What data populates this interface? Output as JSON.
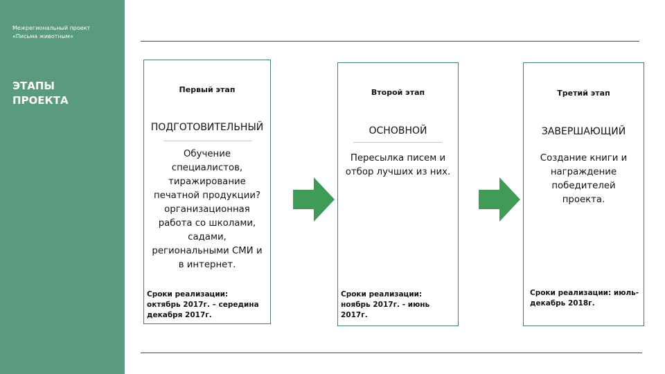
{
  "sidebar": {
    "project_lines": [
      "Межрегиональный проект",
      "«Письма животным»"
    ],
    "title_lines": [
      "ЭТАПЫ",
      "ПРОЕКТА"
    ],
    "background_color": "#5a9a7e"
  },
  "stages": [
    {
      "label": "Первый этап",
      "name": "ПОДГОТОВИТЕЛЬНЫЙ",
      "description_lines": [
        "Обучение",
        "специалистов,",
        "тиражирование",
        "печатной продукции?",
        "организационная",
        "работа со школами,",
        "садами,",
        "региональными СМИ и",
        "в интернет."
      ],
      "terms_lines": [
        "Сроки реализации:",
        "октябрь 2017г. – середина",
        "декабря 2017г."
      ]
    },
    {
      "label": "Второй этап",
      "name": "ОСНОВНОЙ",
      "description_lines": [
        "Пересылка писем и",
        "отбор лучших из них."
      ],
      "terms_lines": [
        "Сроки реализации:",
        "ноябрь 2017г. - июнь",
        "2017г."
      ]
    },
    {
      "label": "Третий этап",
      "name": "ЗАВЕРШАЮЩИЙ",
      "description_lines": [
        "Создание книги и",
        "награждение",
        "победителей",
        "проекта."
      ],
      "terms_lines": [
        "Сроки реализации: июль-",
        "декабрь 2018г."
      ]
    }
  ],
  "arrows": [
    {
      "icon": "right-arrow-icon",
      "color": "#3f9b55"
    },
    {
      "icon": "right-arrow-icon",
      "color": "#3f9b55"
    }
  ],
  "colors": {
    "accent_green": "#5a9a7e",
    "arrow_green": "#3f9b55",
    "border": "#3f7d66"
  }
}
